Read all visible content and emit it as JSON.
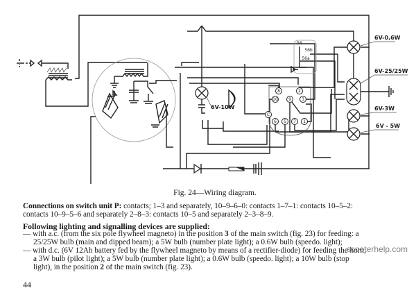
{
  "figure": {
    "caption": "Fig. 24—Wiring diagram.",
    "labels": {
      "lamp_speedo": "6V-0,6W",
      "lamp_head": "6V-25/25W",
      "lamp_pilot": "6V-3W",
      "lamp_plate": "6V - 5W",
      "lamp_stop": "6V-10W"
    },
    "switch_contacts": [
      "8",
      "2",
      "10",
      "9",
      "3",
      "C",
      "6",
      "5",
      "7",
      "1"
    ],
    "dip_switch_terminals": [
      "56",
      "56b",
      "56a"
    ]
  },
  "text": {
    "connections_heading": "Connections on switch unit P:",
    "connections_l1": " contacts; 1–3 and separately, 10–9–6–0: contacts 1–7–1: contacts 10–5–2:",
    "connections_l2": "contacts 10–9–5–6 and separately 2–8–3: contacts 10–5 and separately 2–3–8–9.",
    "supplied_heading": "Following lighting and signalling devices are supplied:",
    "ac_l1a": "— with a.c. (from the six pole flywheel magneto) in the position ",
    "ac_pos": "3",
    "ac_l1b": " of the main switch (fig. 23) for feeding: a",
    "ac_l2": "25/25W bulb (main and dipped beam); a 5W bulb (number plate light); a 0.6W bulb (speedo. light);",
    "dc_l1": "— with d.c. (6V 12Ah battery fed by the flywheel magneto by means of a rectifier-diode) for feeding the horn;",
    "dc_l2": "a 3W bulb (pilot light); a 5W bulb (number plate light); a 0.6W bulb (speedo. light); a 10W bulb (stop",
    "dc_l3a": "light), in the position ",
    "dc_pos": "2",
    "dc_l3b": " of the main switch (fig. 23).",
    "page_number": "44",
    "watermark": "scooterhelp.com"
  }
}
